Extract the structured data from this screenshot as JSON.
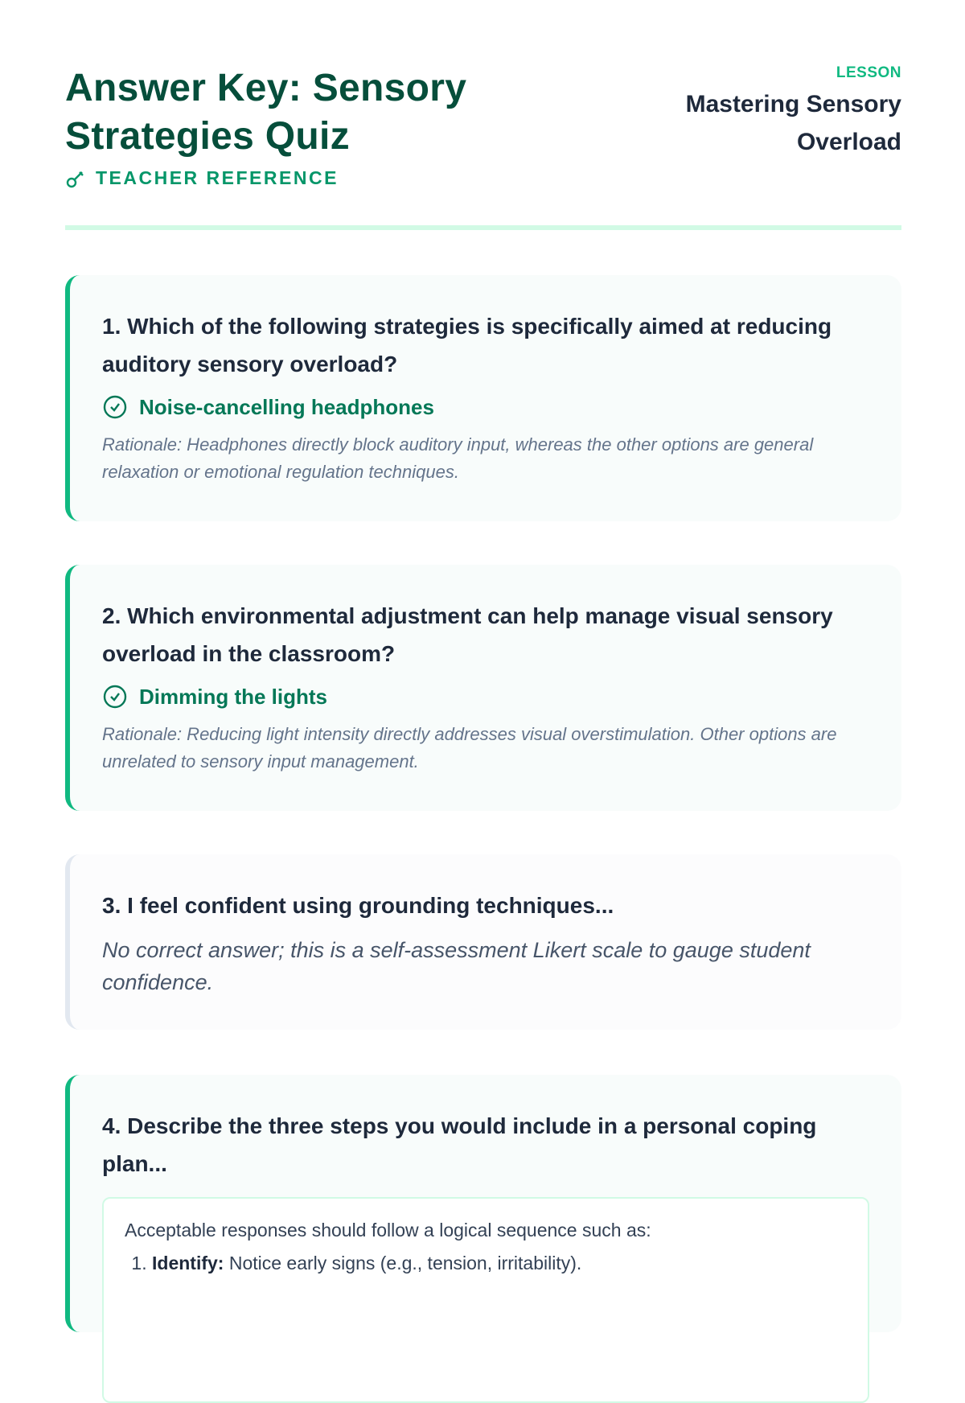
{
  "header": {
    "title_line1": "Answer Key: Sensory",
    "title_line2": "Strategies Quiz",
    "subtitle": "TEACHER REFERENCE",
    "subtitle_icon": "key-icon",
    "lesson_label": "LESSON",
    "lesson_line1": "Mastering Sensory",
    "lesson_line2": "Overload"
  },
  "questions": [
    {
      "question": "1. Which of the following strategies is specifically aimed at reducing auditory sensory overload?",
      "answer": "Noise-cancelling headphones",
      "rationale": "Rationale: Headphones directly block auditory input, whereas the other options are general relaxation or emotional regulation techniques."
    },
    {
      "question": "2. Which environmental adjustment can help manage visual sensory overload in the classroom?",
      "answer": "Dimming the lights",
      "rationale": "Rationale: Reducing light intensity directly addresses visual overstimulation. Other options are unrelated to sensory input management."
    },
    {
      "question": "3. I feel confident using grounding techniques...",
      "note": "No correct answer; this is a self-assessment Likert scale to gauge student confidence."
    },
    {
      "question": "4. Describe the three steps you would include in a personal coping plan...",
      "intro": "Acceptable responses should follow a logical sequence such as:",
      "steps": [
        {
          "term": "Identify:",
          "text": " Notice early signs (e.g., tension, irritability)."
        }
      ]
    }
  ],
  "colors": {
    "accent": "#10b981",
    "title": "#064e3b",
    "answer": "#047857"
  }
}
